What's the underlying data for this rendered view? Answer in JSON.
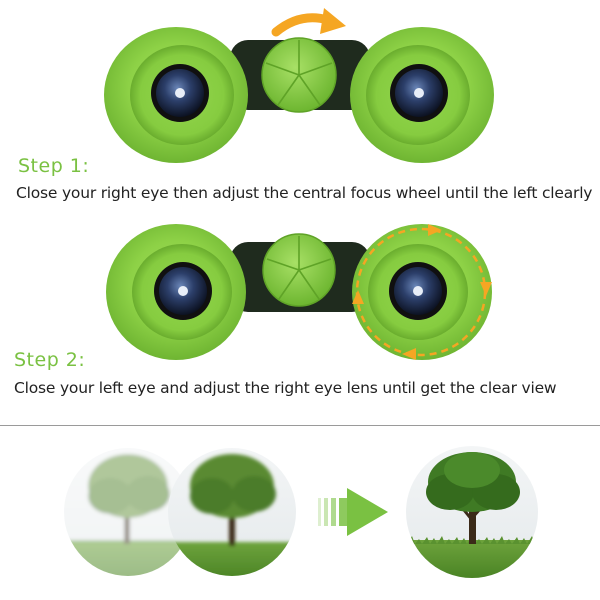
{
  "steps": [
    {
      "title": "Step 1:",
      "description": "Close your right eye then adjust the central focus wheel until the left clearly"
    },
    {
      "title": "Step 2:",
      "description": "Close your left eye and adjust the right eye lens until get the clear view"
    }
  ],
  "colors": {
    "accent_green": "#7ac142",
    "binocular_green": "#8fd24a",
    "arrow_orange": "#f5a623",
    "text": "#222222",
    "divider": "#9a9a9a"
  },
  "icons": [
    "curved-arrow-icon",
    "rotation-arrows-icon",
    "right-arrow-icon"
  ]
}
